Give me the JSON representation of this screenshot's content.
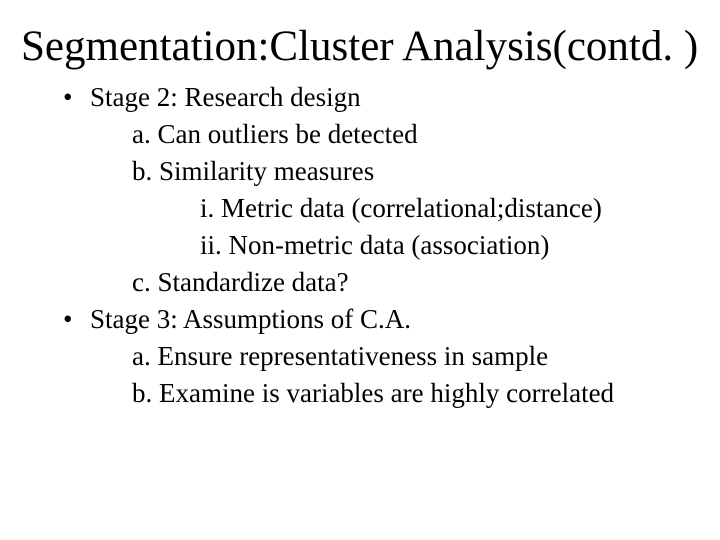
{
  "slide": {
    "title": "Segmentation:Cluster Analysis(contd. )",
    "colors": {
      "background": "#ffffff",
      "text": "#000000"
    },
    "lines": [
      {
        "level": 1,
        "bullet": "•",
        "text": "Stage 2: Research design"
      },
      {
        "level": 2,
        "text": "a. Can outliers be detected"
      },
      {
        "level": 2,
        "text": "b. Similarity measures"
      },
      {
        "level": 3,
        "text": "i. Metric data (correlational;distance)"
      },
      {
        "level": 3,
        "text": "ii. Non-metric data (association)"
      },
      {
        "level": 2,
        "text": "c. Standardize data?"
      },
      {
        "level": 1,
        "bullet": "•",
        "text": "Stage 3: Assumptions of C.A."
      },
      {
        "level": 2,
        "text": "a. Ensure representativeness in sample"
      },
      {
        "level": 2,
        "text": "b. Examine is variables are highly correlated"
      }
    ]
  }
}
